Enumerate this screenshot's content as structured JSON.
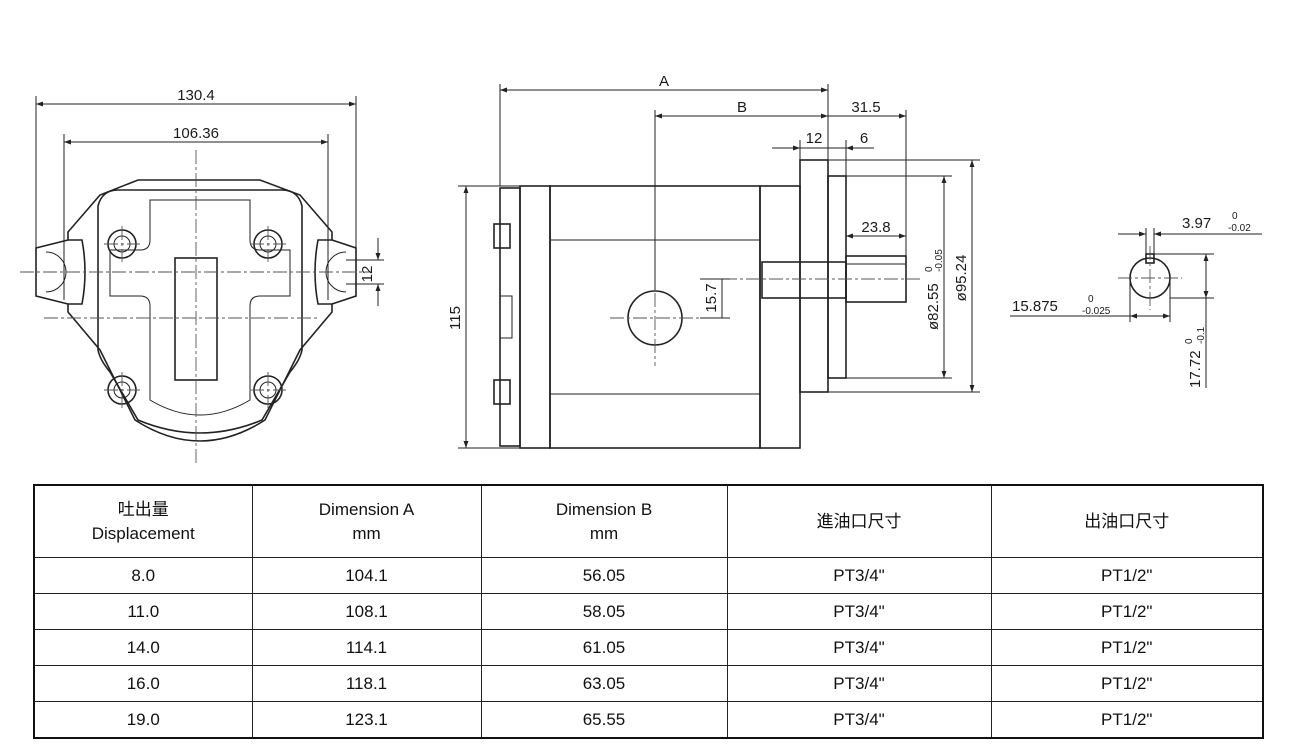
{
  "dimensions": {
    "front_width_outer": "130.4",
    "front_width_inner": "106.36",
    "slot_width": "12",
    "length_a": "A",
    "length_b": "B",
    "shaft_length": "31.5",
    "flange_thickness": "12",
    "pilot_length": "6",
    "key_length": "23.8",
    "port_offset": "15.7",
    "height": "115",
    "pilot_dia": "ø82.55",
    "pilot_tol_upper": "0",
    "pilot_tol_lower": "-0.05",
    "flange_dia": "ø95.24",
    "key_width": "3.97",
    "key_width_tol_upper": "0",
    "key_width_tol_lower": "-0.02",
    "shaft_dia": "15.875",
    "shaft_dia_tol_upper": "0",
    "shaft_dia_tol_lower": "-0.025",
    "key_height": "17.72",
    "key_height_tol_upper": "0",
    "key_height_tol_lower": "-0.1"
  },
  "table": {
    "headers": [
      {
        "line1": "吐出量",
        "line2": "Displacement"
      },
      {
        "line1": "Dimension A",
        "line2": "mm"
      },
      {
        "line1": "Dimension B",
        "line2": "mm"
      },
      {
        "line1": "進油口尺寸",
        "line2": ""
      },
      {
        "line1": "出油口尺寸",
        "line2": ""
      }
    ],
    "rows": [
      [
        "8.0",
        "104.1",
        "56.05",
        "PT3/4\"",
        "PT1/2\""
      ],
      [
        "11.0",
        "108.1",
        "58.05",
        "PT3/4\"",
        "PT1/2\""
      ],
      [
        "14.0",
        "114.1",
        "61.05",
        "PT3/4\"",
        "PT1/2\""
      ],
      [
        "16.0",
        "118.1",
        "63.05",
        "PT3/4\"",
        "PT1/2\""
      ],
      [
        "19.0",
        "123.1",
        "65.55",
        "PT3/4\"",
        "PT1/2\""
      ]
    ]
  }
}
